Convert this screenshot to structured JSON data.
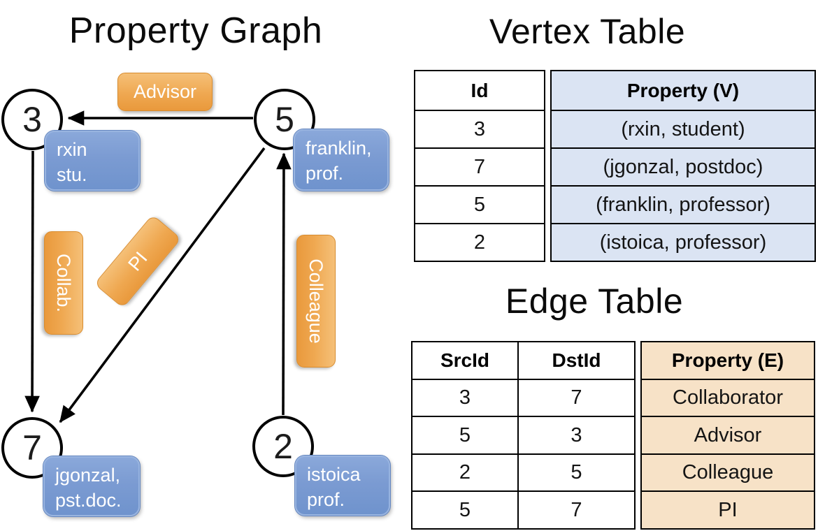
{
  "graph": {
    "title": "Property Graph",
    "nodes": [
      {
        "id": "3",
        "l1": "rxin",
        "l2": "stu."
      },
      {
        "id": "5",
        "l1": "franklin,",
        "l2": "prof."
      },
      {
        "id": "7",
        "l1": "jgonzal,",
        "l2": "pst.doc."
      },
      {
        "id": "2",
        "l1": "istoica",
        "l2": "prof."
      }
    ],
    "edge_labels": {
      "advisor": "Advisor",
      "collab": "Collab.",
      "pi": "PI",
      "colleague": "Colleague"
    }
  },
  "vertex_table": {
    "title": "Vertex Table",
    "columns": [
      "Id",
      "Property (V)"
    ],
    "rows": [
      [
        "3",
        "(rxin, student)"
      ],
      [
        "7",
        "(jgonzal, postdoc)"
      ],
      [
        "5",
        "(franklin, professor)"
      ],
      [
        "2",
        "(istoica, professor)"
      ]
    ]
  },
  "edge_table": {
    "title": "Edge Table",
    "columns": [
      "SrcId",
      "DstId",
      "Property (E)"
    ],
    "rows": [
      [
        "3",
        "7",
        "Collaborator"
      ],
      [
        "5",
        "3",
        "Advisor"
      ],
      [
        "2",
        "5",
        "Colleague"
      ],
      [
        "5",
        "7",
        "PI"
      ]
    ]
  },
  "colors": {
    "edge_label_orange": "#efa851",
    "edge_label_border": "#d98c2e",
    "vertex_label_blue": "#7b9bd2",
    "vertex_property_cell": "#dbe4f3",
    "edge_property_cell": "#f7e2c7",
    "line_black": "#000000"
  }
}
